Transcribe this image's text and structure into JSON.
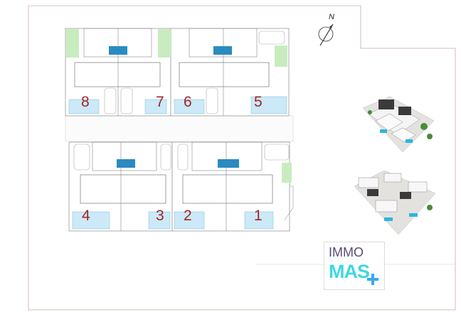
{
  "compass": {
    "label": "N"
  },
  "plots": [
    {
      "id": "plot-8",
      "label": "8"
    },
    {
      "id": "plot-7",
      "label": "7"
    },
    {
      "id": "plot-6",
      "label": "6"
    },
    {
      "id": "plot-5",
      "label": "5"
    },
    {
      "id": "plot-4",
      "label": "4"
    },
    {
      "id": "plot-3",
      "label": "3"
    },
    {
      "id": "plot-2",
      "label": "2"
    },
    {
      "id": "plot-1",
      "label": "1"
    }
  ],
  "logo": {
    "line1": "IMMO",
    "line2": "MAS"
  },
  "colors": {
    "plot_number": "#a3242a",
    "pool": "#cbe9f6",
    "garden": "#c8ecc0",
    "logo_top": "#5a4a7a",
    "logo_bottom": "#3fd6e6",
    "logo_plus": "#3aa8f0"
  }
}
